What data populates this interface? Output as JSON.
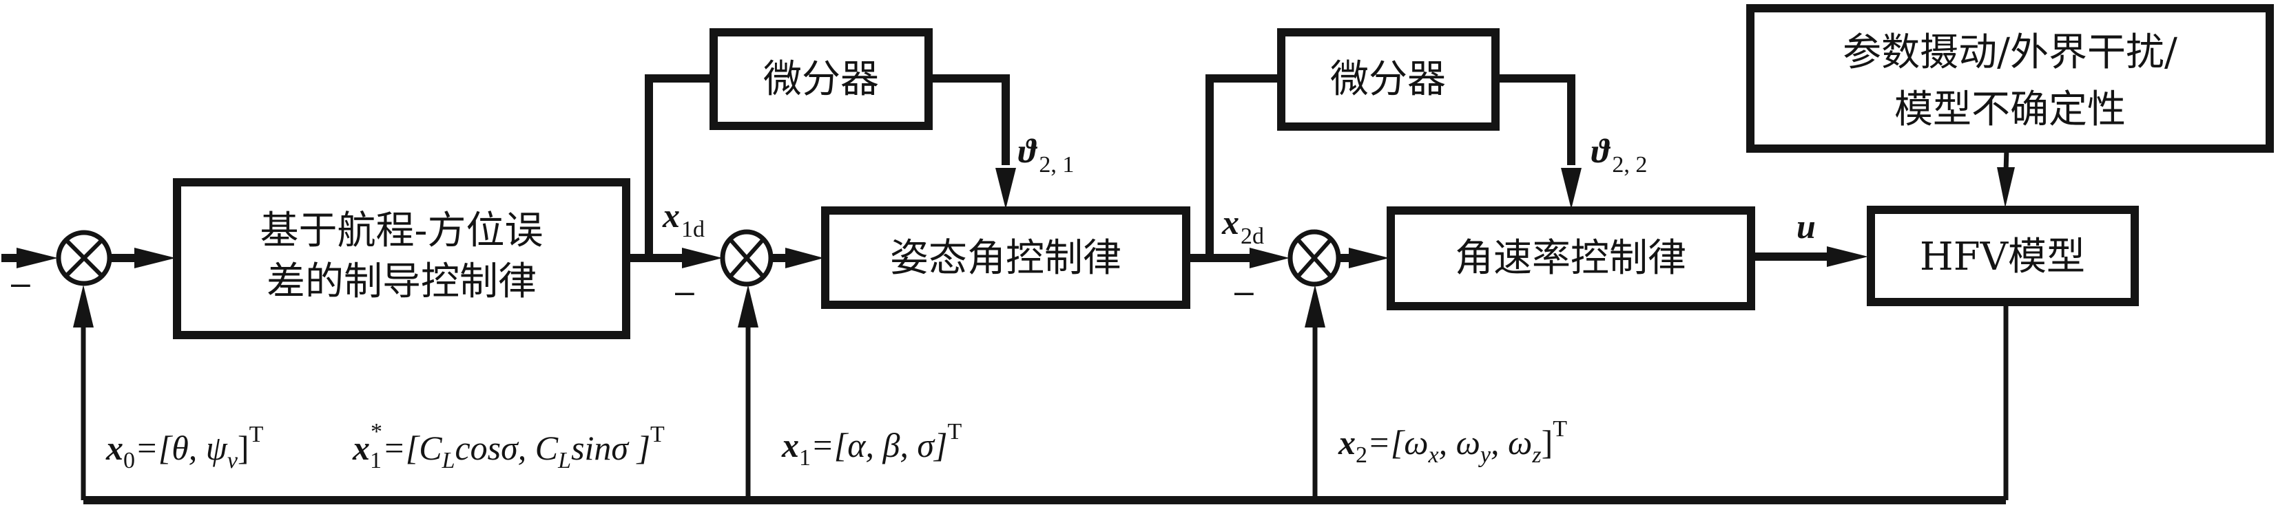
{
  "diagram": {
    "type": "control-block-diagram",
    "colors": {
      "line": "#141414",
      "background": "#ffffff"
    },
    "blocks": {
      "guidance": {
        "line1": "基于航程-方位误",
        "line2": "差的制导控制律"
      },
      "differentiator1": {
        "label": "微分器"
      },
      "attitude": {
        "label": "姿态角控制律"
      },
      "differentiator2": {
        "label": "微分器"
      },
      "rate": {
        "label": "角速率控制律"
      },
      "hfv": {
        "label": "HFV模型"
      },
      "disturbance": {
        "line1": "参数摄动/外界干扰/",
        "line2": "模型不确定性"
      }
    },
    "signals": {
      "x1d": {
        "main": "x",
        "sub": "1d"
      },
      "x2d": {
        "main": "x",
        "sub": "2d"
      },
      "theta21": {
        "main": "ϑ",
        "sub": "2, 1"
      },
      "theta22": {
        "main": "ϑ",
        "sub": "2, 2"
      },
      "u": {
        "main": "u"
      }
    },
    "sum_signs": {
      "sum1": "–",
      "sum2": "–",
      "sum3": "–"
    },
    "feedback_labels": {
      "x0": {
        "var": "x",
        "sub": "0",
        "eq": "=[θ, ψ",
        "inner_sub": "v",
        "close": "]",
        "sup": "T"
      },
      "x1star": {
        "var": "x",
        "sub": "1",
        "sup_star": "*",
        "eq": "=[C",
        "l1": "L",
        "mid": "cosσ, C",
        "l2": "L",
        "end": "sinσ ]",
        "sup": "T"
      },
      "x1": {
        "var": "x",
        "sub": "1",
        "eq": "=[α, β, σ]",
        "sup": "T"
      },
      "x2": {
        "var": "x",
        "sub": "2",
        "eq": "=[ω",
        "s1": "x",
        "c1": ", ω",
        "s2": "y",
        "c2": ", ω",
        "s3": "z",
        "close": "]",
        "sup": "T"
      }
    }
  }
}
